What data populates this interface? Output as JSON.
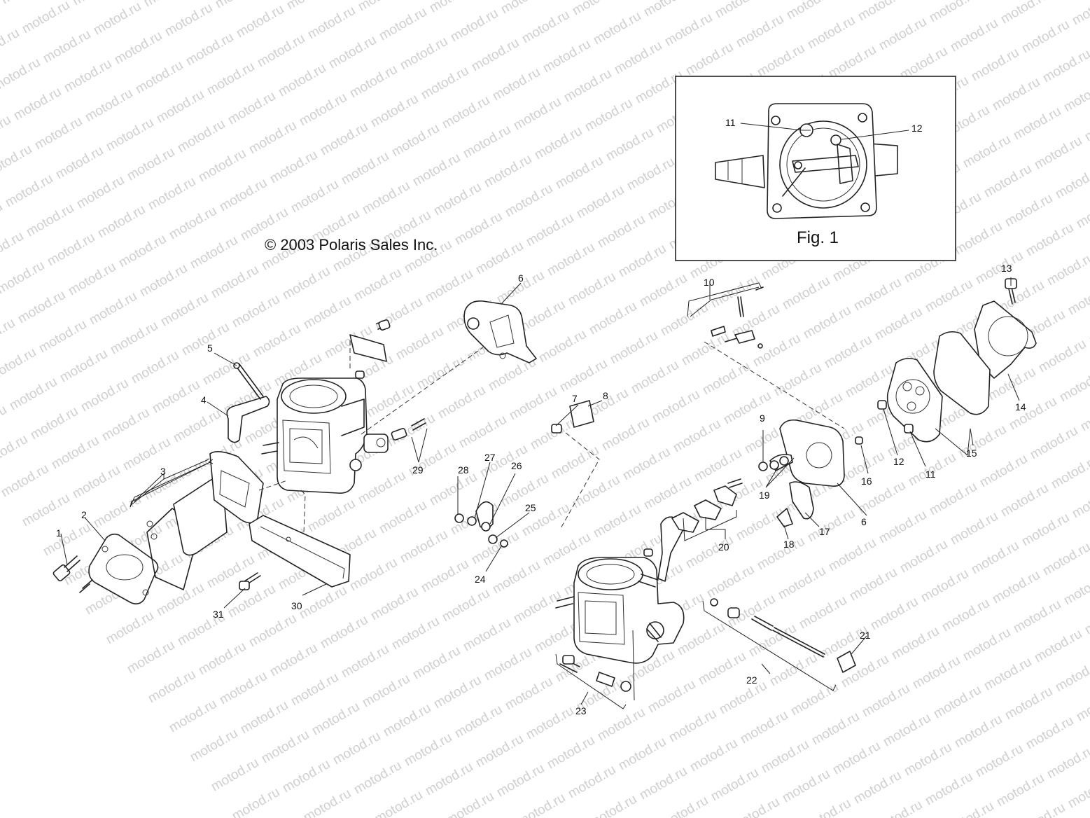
{
  "copyright": "© 2003 Polaris Sales Inc.",
  "figure_label": "Fig. 1",
  "watermark": "motod.ru",
  "callouts": {
    "c1": "1",
    "c2": "2",
    "c3": "3",
    "c4": "4",
    "c5": "5",
    "c6a": "6",
    "c6b": "6",
    "c7": "7",
    "c8": "8",
    "c9": "9",
    "c10": "10",
    "c11a": "11",
    "c11b": "11",
    "c12a": "12",
    "c12b": "12",
    "c13": "13",
    "c14": "14",
    "c15": "15",
    "c16": "16",
    "c17": "17",
    "c18": "18",
    "c19": "19",
    "c20": "20",
    "c21": "21",
    "c22": "22",
    "c23": "23",
    "c24": "24",
    "c25": "25",
    "c26": "26",
    "c27": "27",
    "c28": "28",
    "c29": "29",
    "c30": "30",
    "c31": "31"
  }
}
